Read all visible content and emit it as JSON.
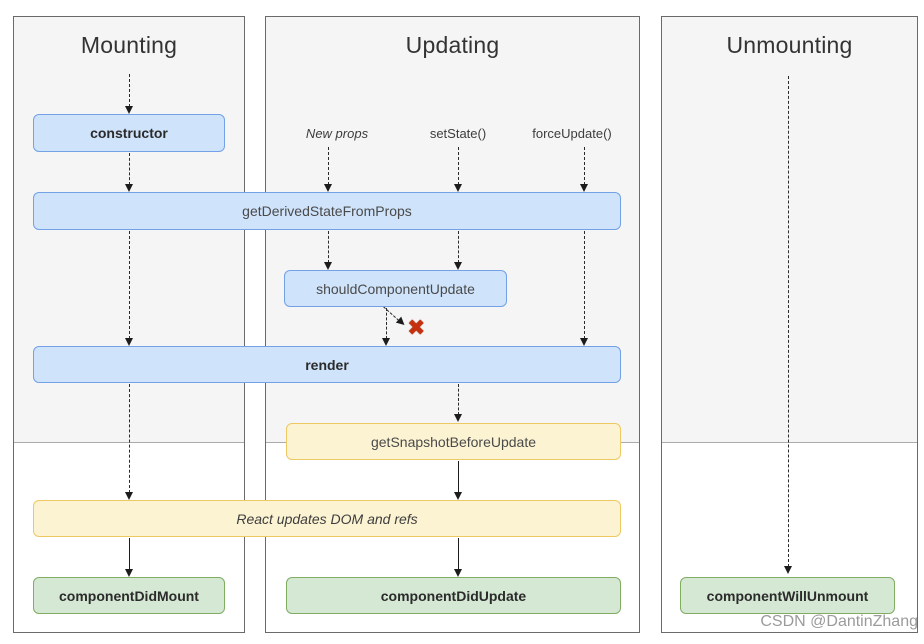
{
  "diagram": {
    "columns": [
      {
        "title": "Mounting"
      },
      {
        "title": "Updating"
      },
      {
        "title": "Unmounting"
      }
    ],
    "triggers": [
      {
        "label": "New props"
      },
      {
        "label": "setState()"
      },
      {
        "label": "forceUpdate()"
      }
    ],
    "nodes": {
      "constructor": "constructor",
      "get_derived_state_from_props": "getDerivedStateFromProps",
      "should_component_update": "shouldComponentUpdate",
      "render": "render",
      "get_snapshot_before_update": "getSnapshotBeforeUpdate",
      "react_updates_dom": "React updates DOM and refs",
      "component_did_mount": "componentDidMount",
      "component_did_update": "componentDidUpdate",
      "component_will_unmount": "componentWillUnmount"
    },
    "icons": {
      "cancel_x": "✖"
    },
    "colors": {
      "blue_fill": "#cfe3fb",
      "blue_border": "#72a1e5",
      "yellow_fill": "#fcf3d3",
      "yellow_border": "#eec863",
      "green_fill": "#d5e8d4",
      "green_border": "#80ad62",
      "cancel_x": "#c5310e"
    },
    "watermark": "CSDN @DantinZhang"
  }
}
